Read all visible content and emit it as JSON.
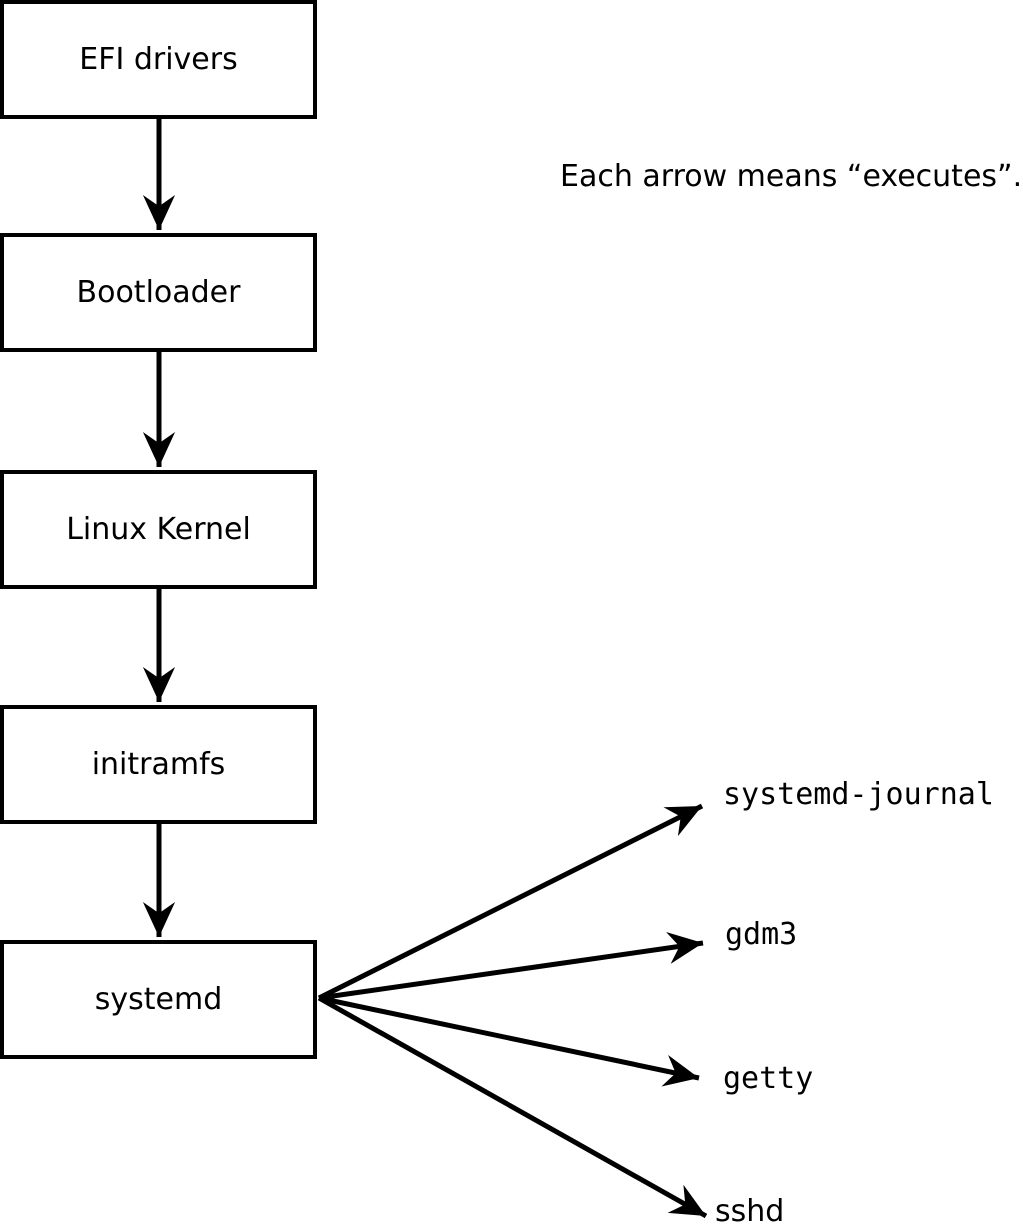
{
  "note": "Each arrow means “executes”.",
  "flow_boxes": [
    {
      "label": "EFI drivers"
    },
    {
      "label": "Bootloader"
    },
    {
      "label": "Linux Kernel"
    },
    {
      "label": "initramfs"
    },
    {
      "label": "systemd"
    }
  ],
  "targets": [
    {
      "label": "systemd-journal"
    },
    {
      "label": "gdm3"
    },
    {
      "label": "getty"
    },
    {
      "label": "sshd"
    }
  ],
  "colors": {
    "line": "#000000",
    "background": "#ffffff",
    "box_fill": "#ffffff"
  }
}
